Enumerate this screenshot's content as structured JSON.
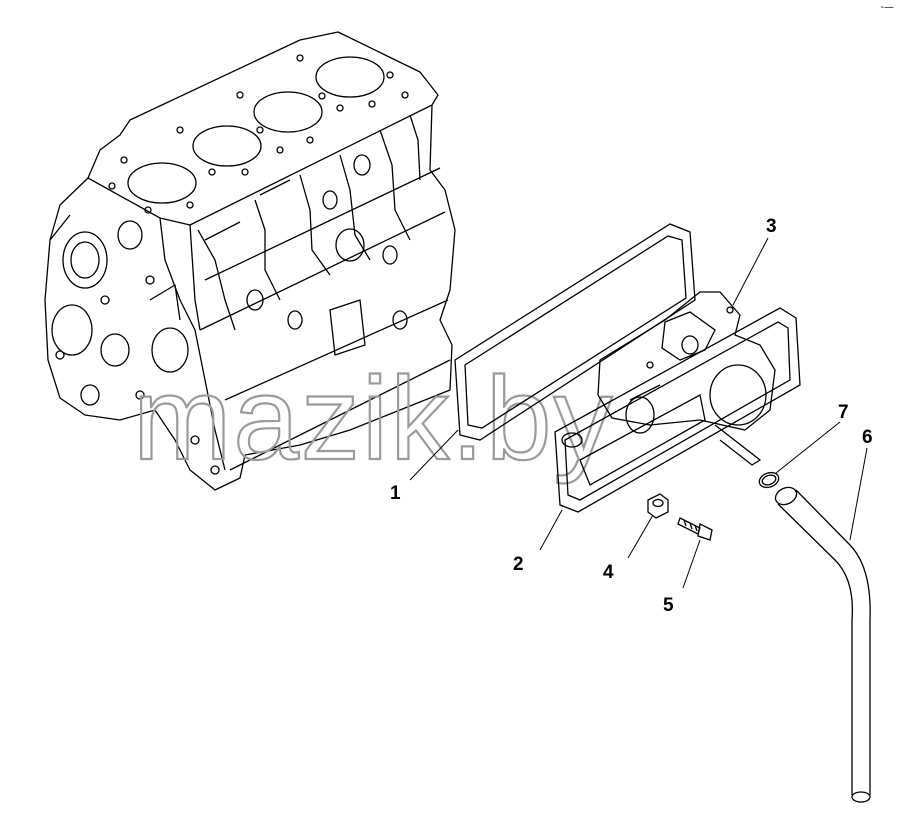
{
  "watermark": {
    "text": "mazik.by"
  },
  "corner_mark": {
    "text": "-—"
  },
  "callouts": [
    {
      "id": "1",
      "label": "1"
    },
    {
      "id": "2",
      "label": "2"
    },
    {
      "id": "3",
      "label": "3"
    },
    {
      "id": "4",
      "label": "4"
    },
    {
      "id": "5",
      "label": "5"
    },
    {
      "id": "6",
      "label": "6"
    },
    {
      "id": "7",
      "label": "7"
    }
  ],
  "colors": {
    "line": "#000000",
    "watermark": "#9a9a9a",
    "background": "#ffffff"
  }
}
